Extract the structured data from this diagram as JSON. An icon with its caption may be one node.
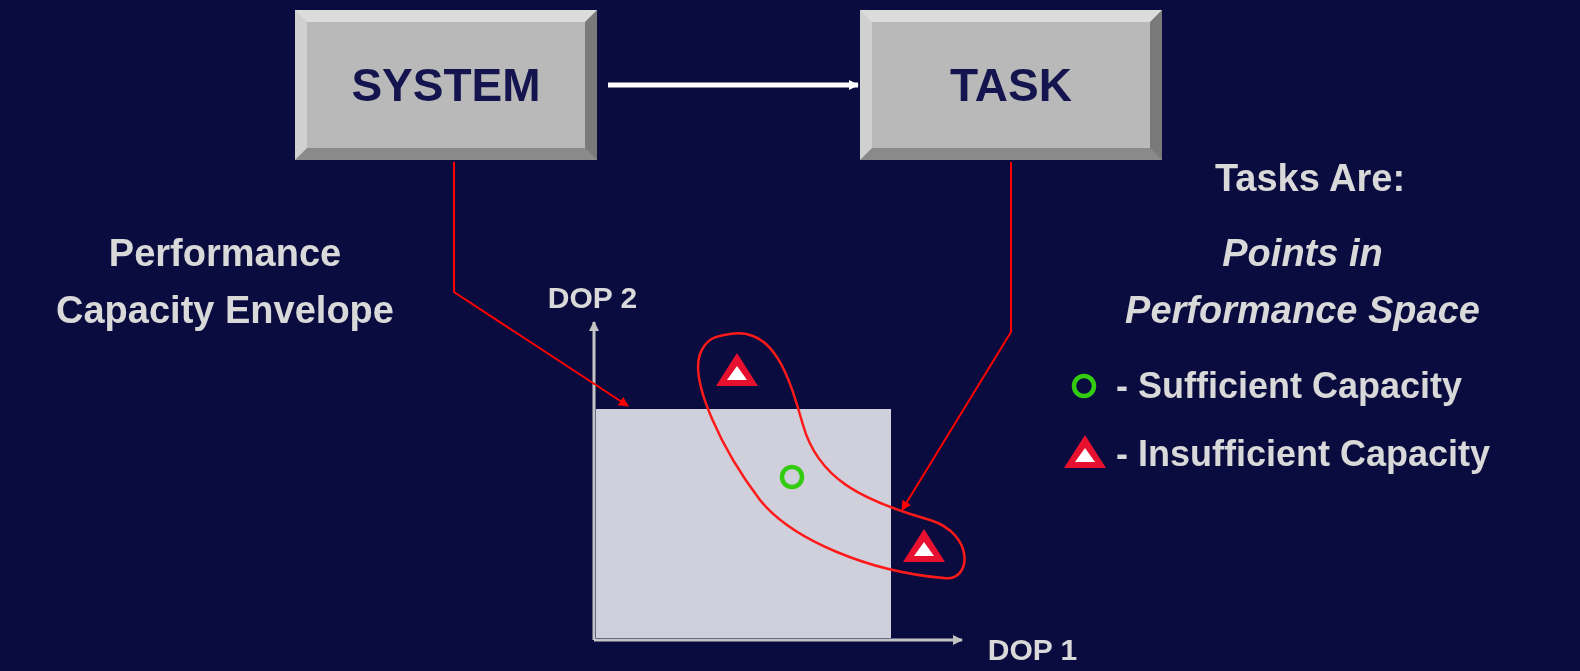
{
  "diagram": {
    "nodes": [
      {
        "text": [
          "SYSTEM"
        ]
      },
      {
        "text": [
          "TASK"
        ]
      },
      {
        "text": [],
        "shape": "box"
      },
      {
        "text": [],
        "shape": "loop"
      }
    ],
    "edges": [
      {
        "from": 0,
        "to": 1,
        "arrow": "to",
        "style": "thick",
        "color": "#ffffff"
      },
      {
        "from": 0,
        "to": 2,
        "arrow": "to"
      },
      {
        "from": 1,
        "to": 3,
        "arrow": "to"
      }
    ],
    "labels": [
      "Performance Capacity Envelope",
      "DOP 2",
      "DOP 1",
      "Tasks Are:",
      "Points in Performance Space"
    ],
    "legend": [
      {
        "text": "- Sufficient Capacity"
      },
      {
        "text": "- Insufficient Capacity"
      }
    ]
  }
}
